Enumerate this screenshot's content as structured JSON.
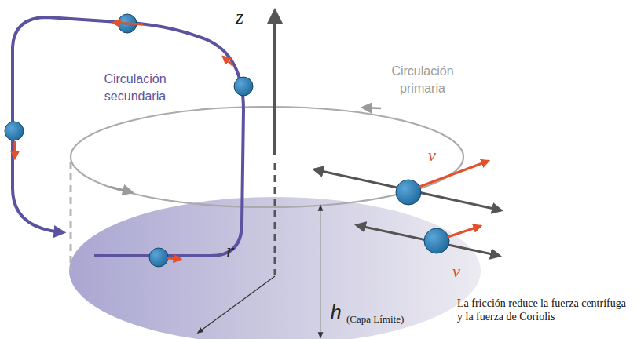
{
  "diagram": {
    "labels": [
      "z",
      "Circulación secundaria",
      "Circulación primaria",
      "v",
      "v",
      "h",
      "(Capa Límite)",
      "r",
      "La fricción reduce la fuerza centrífuga y la fuerza de Coriolis"
    ]
  }
}
